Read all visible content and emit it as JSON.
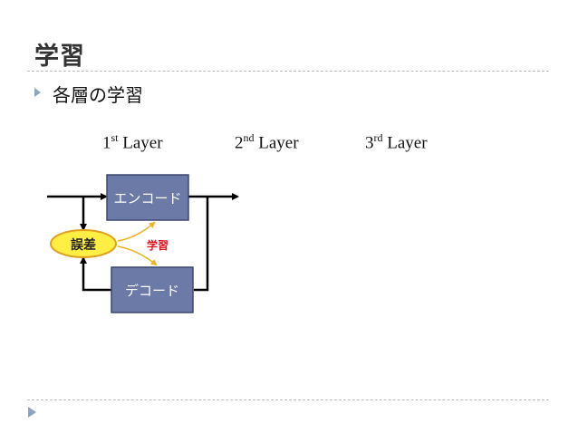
{
  "slide": {
    "title": "学習",
    "bullet": "各層の学習"
  },
  "layers": [
    {
      "num": "1",
      "suffix": "st",
      "label": "Layer"
    },
    {
      "num": "2",
      "suffix": "nd",
      "label": "Layer"
    },
    {
      "num": "3",
      "suffix": "rd",
      "label": "Layer"
    }
  ],
  "diagram": {
    "encoder_label": "エンコード",
    "decoder_label": "デコード",
    "error_label": "誤差",
    "learning_label": "学習"
  },
  "colors": {
    "box_fill": "#6b7aa6",
    "box_border": "#3e4870",
    "error_fill": "#ffee44",
    "error_border": "#e0a020",
    "learning_text": "#e8141e",
    "learning_arrow": "#f0b020",
    "accent": "#8ba5c0"
  }
}
